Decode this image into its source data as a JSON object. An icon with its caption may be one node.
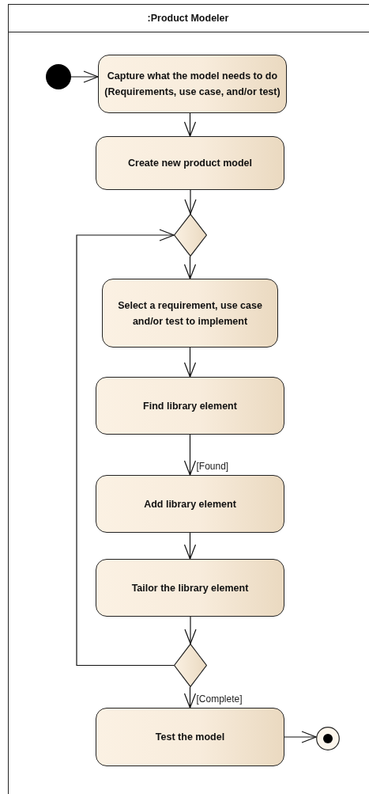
{
  "diagram": {
    "nodes": [
      {
        "text": [
          ":Product Modeler"
        ]
      },
      {
        "text": [],
        "shape": "circle",
        "in": 0
      },
      {
        "text": [
          "Capture what the model needs to do (Requirements, use case, and/or test)"
        ],
        "in": 0
      },
      {
        "text": [
          "Create new product model"
        ],
        "in": 0
      },
      {
        "text": [],
        "shape": "diamond",
        "in": 0
      },
      {
        "text": [
          "Select a requirement, use case and/or test to implement"
        ],
        "in": 0
      },
      {
        "text": [
          "Find library element"
        ],
        "in": 0
      },
      {
        "text": [
          "Add library element"
        ],
        "in": 0
      },
      {
        "text": [
          "Tailor the library element"
        ],
        "in": 0
      },
      {
        "text": [],
        "shape": "diamond",
        "in": 0
      },
      {
        "text": [
          "Test the model"
        ],
        "in": 0
      },
      {
        "text": [],
        "shape": "circle",
        "in": 0
      }
    ],
    "edges": [
      {
        "from": 1,
        "to": 2,
        "arrow": "to"
      },
      {
        "from": 2,
        "to": 3,
        "arrow": "to"
      },
      {
        "from": 3,
        "to": 4,
        "arrow": "to"
      },
      {
        "from": 4,
        "to": 5,
        "arrow": "to"
      },
      {
        "from": 5,
        "to": 6,
        "arrow": "to"
      },
      {
        "from": 6,
        "to": 7,
        "arrow": "to",
        "label": "[Found]"
      },
      {
        "from": 7,
        "to": 8,
        "arrow": "to"
      },
      {
        "from": 8,
        "to": 9,
        "arrow": "to"
      },
      {
        "from": 9,
        "to": 4,
        "arrow": "to"
      },
      {
        "from": 9,
        "to": 10,
        "arrow": "to",
        "label": "[Complete]"
      },
      {
        "from": 10,
        "to": 11,
        "arrow": "to"
      }
    ]
  }
}
